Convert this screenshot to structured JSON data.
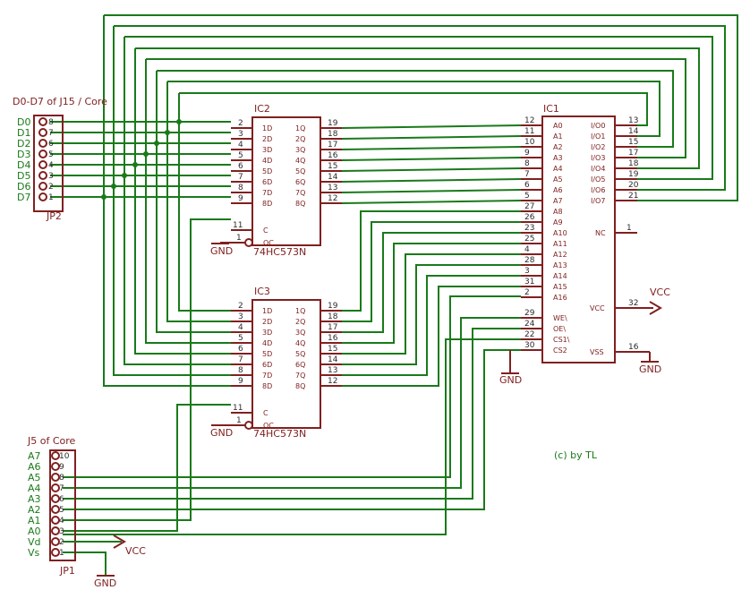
{
  "header": {
    "jp2_caption": "D0-D7 of J15 / Core",
    "jp1_caption": "J5 of Core",
    "credit": "(c) by TL"
  },
  "colors": {
    "wire": "#1a7a1a",
    "part": "#802020",
    "pin_number": "#2a2a2a",
    "background": "#ffffff"
  },
  "jp2": {
    "name": "JP2",
    "labels": [
      "D0",
      "D1",
      "D2",
      "D3",
      "D4",
      "D5",
      "D6",
      "D7"
    ],
    "pins": [
      "8",
      "7",
      "6",
      "5",
      "4",
      "3",
      "2",
      "1"
    ]
  },
  "jp1": {
    "name": "JP1",
    "labels": [
      "A7",
      "A6",
      "A5",
      "A4",
      "A3",
      "A2",
      "A1",
      "A0",
      "Vd",
      "Vs"
    ],
    "pins": [
      "10",
      "9",
      "8",
      "7",
      "6",
      "5",
      "4",
      "3",
      "2",
      "1"
    ]
  },
  "ic2": {
    "name": "IC2",
    "type": "74HC573N",
    "left_pins": [
      "2",
      "3",
      "4",
      "5",
      "6",
      "7",
      "8",
      "9"
    ],
    "d_labels": [
      "1D",
      "2D",
      "3D",
      "4D",
      "5D",
      "6D",
      "7D",
      "8D"
    ],
    "q_labels": [
      "1Q",
      "2Q",
      "3Q",
      "4Q",
      "5Q",
      "6Q",
      "7Q",
      "8Q"
    ],
    "right_pins": [
      "19",
      "18",
      "17",
      "16",
      "15",
      "14",
      "13",
      "12"
    ],
    "c_pin": "11",
    "c_label": "C",
    "oc_pin": "1",
    "oc_label": "OC"
  },
  "ic3": {
    "name": "IC3",
    "type": "74HC573N",
    "left_pins": [
      "2",
      "3",
      "4",
      "5",
      "6",
      "7",
      "8",
      "9"
    ],
    "d_labels": [
      "1D",
      "2D",
      "3D",
      "4D",
      "5D",
      "6D",
      "7D",
      "8D"
    ],
    "q_labels": [
      "1Q",
      "2Q",
      "3Q",
      "4Q",
      "5Q",
      "6Q",
      "7Q",
      "8Q"
    ],
    "right_pins": [
      "19",
      "18",
      "17",
      "16",
      "15",
      "14",
      "13",
      "12"
    ],
    "c_pin": "11",
    "c_label": "C",
    "oc_pin": "1",
    "oc_label": "OC"
  },
  "ic1": {
    "name": "IC1",
    "addr_pins": [
      "12",
      "11",
      "10",
      "9",
      "8",
      "7",
      "6",
      "5",
      "27",
      "26",
      "23",
      "25",
      "4",
      "28",
      "3",
      "31",
      "2"
    ],
    "addr_labels": [
      "A0",
      "A1",
      "A2",
      "A3",
      "A4",
      "A5",
      "A6",
      "A7",
      "A8",
      "A9",
      "A10",
      "A11",
      "A12",
      "A13",
      "A14",
      "A15",
      "A16"
    ],
    "ctrl_pins": [
      "29",
      "24",
      "22",
      "30"
    ],
    "ctrl_labels": [
      "WE\\",
      "OE\\",
      "CS1\\",
      "CS2"
    ],
    "io_labels": [
      "I/O0",
      "I/O1",
      "I/O2",
      "I/O3",
      "I/O4",
      "I/O5",
      "I/O6",
      "I/O7"
    ],
    "io_pins": [
      "13",
      "14",
      "15",
      "17",
      "18",
      "19",
      "20",
      "21"
    ],
    "nc_label": "NC",
    "nc_pin": "1",
    "vcc_label": "VCC",
    "vcc_pin": "32",
    "vss_label": "VSS",
    "vss_pin": "16"
  },
  "power": {
    "gnd": "GND",
    "vcc": "VCC"
  }
}
